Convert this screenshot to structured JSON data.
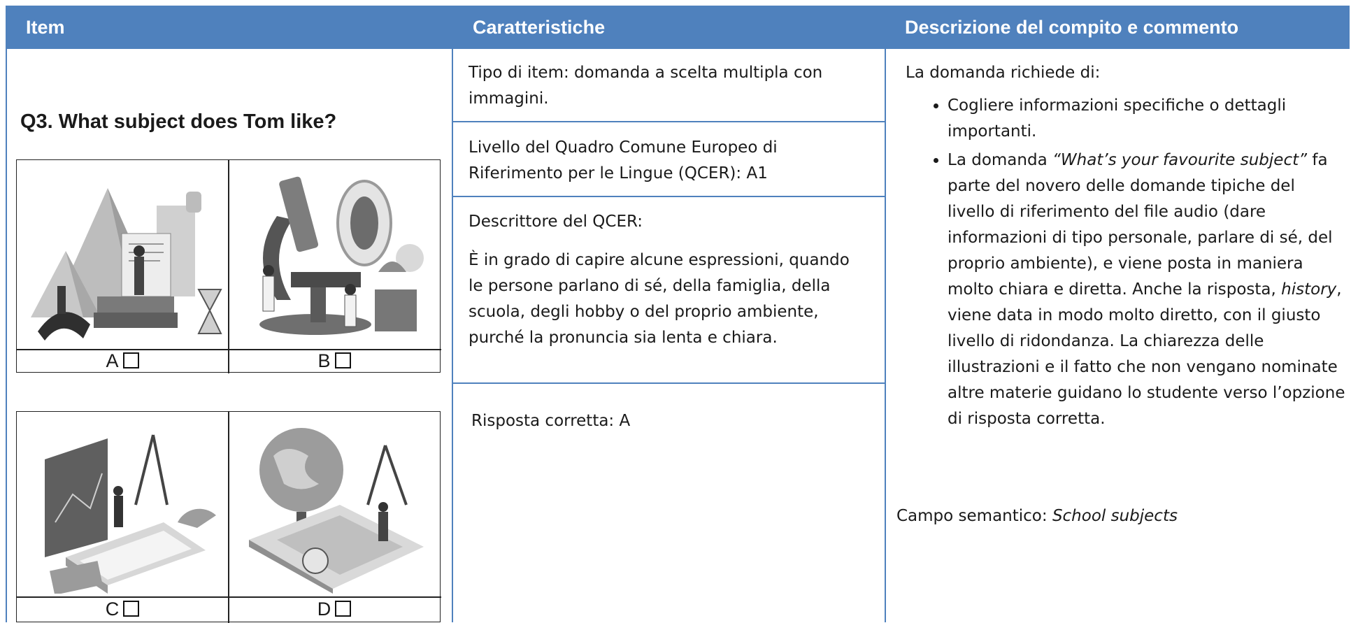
{
  "header": {
    "col1": "Item",
    "col2": "Caratteristiche",
    "col3": "Descrizione del compito e commento"
  },
  "item": {
    "question": "Q3. What subject does Tom like?",
    "options": [
      {
        "letter": "A",
        "icon": "history-illustration"
      },
      {
        "letter": "B",
        "icon": "science-illustration"
      },
      {
        "letter": "C",
        "icon": "maths-illustration"
      },
      {
        "letter": "D",
        "icon": "geography-illustration"
      }
    ]
  },
  "features": {
    "tipo": "Tipo di item: domanda a scelta multipla con immagini.",
    "livello": "Livello del Quadro Comune Europeo di Riferimento per le Lingue (QCER): A1",
    "descrittore_title": "Descrittore del QCER:",
    "descrittore_text": "È in grado di capire alcune espressioni, quando le persone parlano di sé, della famiglia, della scuola, degli hobby o del proprio ambiente, purché la pronuncia sia lenta e chiara.",
    "risposta": "Risposta corretta: A"
  },
  "description": {
    "intro": "La domanda richiede di:",
    "bullet1": "Cogliere informazioni specifiche o dettagli importanti.",
    "bullet2_pre": "La domanda ",
    "bullet2_quote": "“What’s your favourite subject”",
    "bullet2_mid": " fa parte del novero delle domande tipiche del livello di riferimento del file audio (dare informazioni di tipo personale, parlare di sé, del proprio ambiente), e viene posta in maniera molto chiara e diretta. Anche la risposta, ",
    "bullet2_em": "history",
    "bullet2_post": ", viene data in modo molto diretto, con il giusto livello di ridondanza. La chiarezza delle illustrazioni e il fatto che non vengano nominate altre materie guidano lo studente verso l’opzione di risposta corretta.",
    "campo_label": "Campo semantico: ",
    "campo_value": "School subjects"
  },
  "colors": {
    "header_bg": "#4f81bd",
    "header_text": "#ffffff",
    "border": "#4f81bd"
  }
}
